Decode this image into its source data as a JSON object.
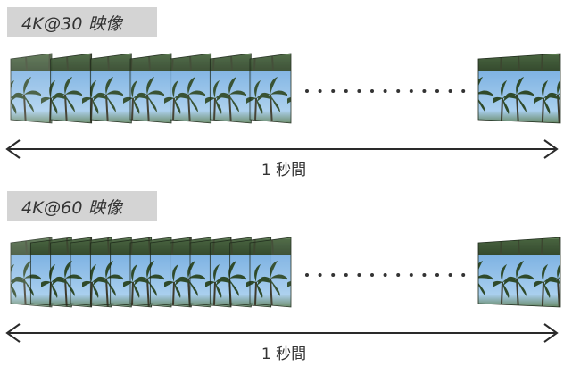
{
  "sections": [
    {
      "title": "4K@30 映像",
      "duration_label": "1 秒間",
      "visible_frames": 7
    },
    {
      "title": "4K@60 映像",
      "duration_label": "1 秒間",
      "visible_frames": 13
    }
  ],
  "colors": {
    "title_bg": "#d4d4d4",
    "title_text": "#333333",
    "arrow": "#2a2a2a",
    "dots": "#333333"
  },
  "icons": {
    "frame": "palm-tree-photo-frame",
    "arrow": "double-headed-arrow"
  }
}
